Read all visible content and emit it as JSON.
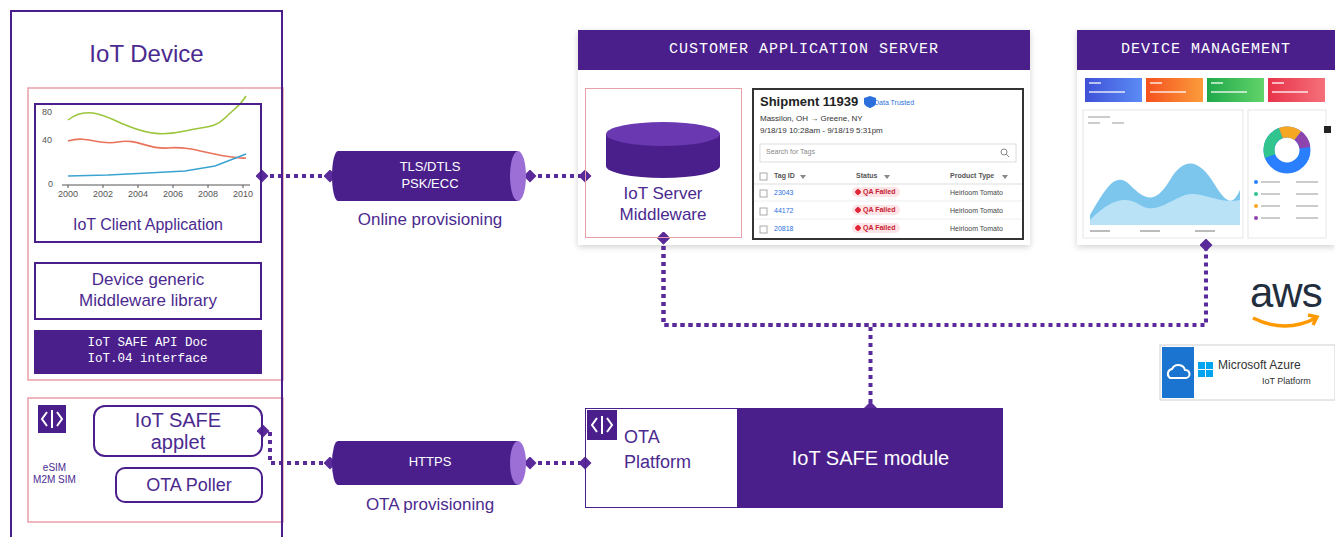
{
  "diagram": {
    "nodes": [
      {
        "text": [
          "IoT Device"
        ]
      },
      {
        "text": [
          "IoT Client Application"
        ],
        "in": 0
      },
      {
        "text": [
          "Device generic Middleware library"
        ],
        "in": 0
      },
      {
        "text": [
          "IoT SAFE API Doc IoT.04 interface"
        ],
        "in": 0
      },
      {
        "text": [
          "IoT SAFE applet"
        ],
        "in": 0
      },
      {
        "text": [
          "OTA Poller"
        ],
        "in": 0
      },
      {
        "text": [
          "TLS/DTLS PSK/ECC",
          "Online provisioning"
        ]
      },
      {
        "text": [
          "CUSTOMER APPLICATION SERVER"
        ]
      },
      {
        "text": [
          "IoT Server Middleware"
        ],
        "in": 7
      },
      {
        "text": [
          "Shipment 11939",
          "Data Trusted",
          "Massilon, OH → Greene, NY",
          "9/18/19 10:28am - 9/18/19 5:31pm",
          "Search for Tags",
          "Tag ID",
          "Status",
          "Product Type",
          "23043",
          "QA Failed",
          "Heirloom Tomato",
          "44172",
          "QA Failed",
          "Heirloom Tomato",
          "20818",
          "QA Failed",
          "Heirloom Tomato"
        ],
        "in": 7
      },
      {
        "text": [
          "DEVICE MANAGEMENT"
        ]
      },
      {
        "text": [
          "HTTPS",
          "OTA provisioning"
        ]
      },
      {
        "text": [
          "OTA Platform"
        ]
      },
      {
        "text": [
          "IoT SAFE module"
        ]
      }
    ],
    "edges": [
      {
        "from": 1,
        "to": 6,
        "arrow": "none"
      },
      {
        "from": 6,
        "to": 8,
        "arrow": "none"
      },
      {
        "from": 8,
        "to": 10,
        "arrow": "none"
      },
      {
        "from": 8,
        "to": 13,
        "arrow": "none"
      },
      {
        "from": 4,
        "to": 11,
        "arrow": "none"
      },
      {
        "from": 11,
        "to": 12,
        "arrow": "none"
      }
    ],
    "labels": [
      "80",
      "40",
      "0",
      "2000",
      "2002",
      "2004",
      "2006",
      "2008",
      "2010",
      "eSIM M2M SIM",
      "aws",
      "Microsoft Azure",
      "IoT Platform"
    ]
  }
}
